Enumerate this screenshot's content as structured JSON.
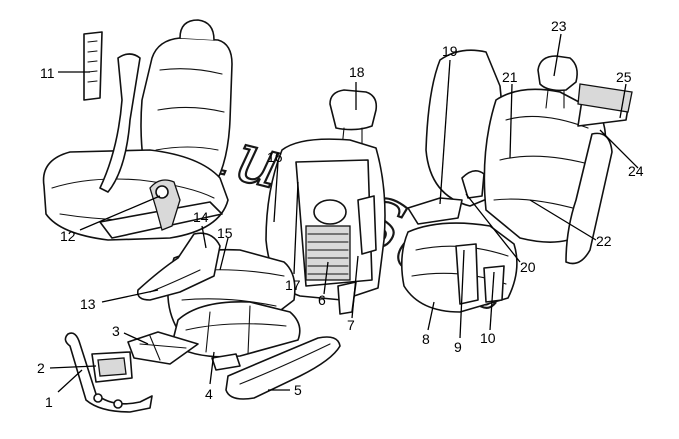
{
  "callouts": [
    "1",
    "2",
    "3",
    "4",
    "5",
    "6",
    "7",
    "8",
    "9",
    "10",
    "11",
    "12",
    "13",
    "14",
    "15",
    "16",
    "17",
    "18",
    "19",
    "20",
    "21",
    "22",
    "23",
    "24",
    "25"
  ],
  "watermark": "AutoSoft"
}
